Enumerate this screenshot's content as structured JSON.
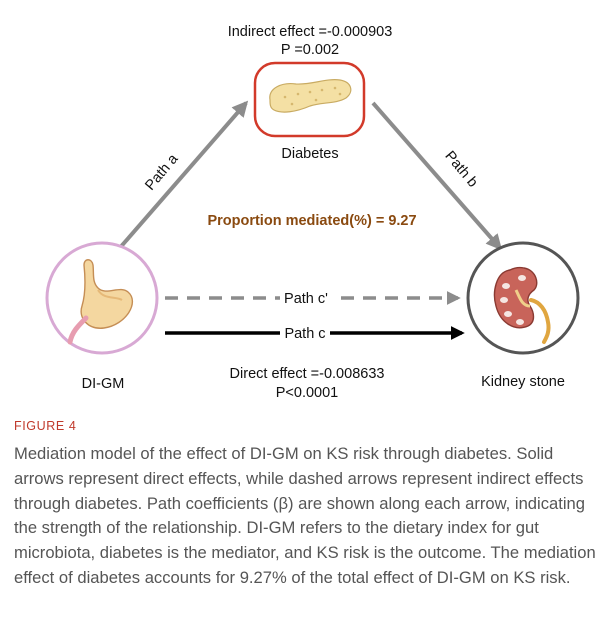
{
  "diagram": {
    "indirect_effect": "Indirect effect =-0.000903",
    "indirect_p": "P =0.002",
    "mediator_label": "Diabetes",
    "path_a": "Path a",
    "path_b": "Path b",
    "proportion": "Proportion mediated(%) = 9.27",
    "path_c_prime": "Path c'",
    "path_c": "Path c",
    "exposure_label": "DI-GM",
    "outcome_label": "Kidney stone",
    "direct_effect": "Direct effect =-0.008633",
    "direct_p": "P<0.0001",
    "colors": {
      "mediator_border": "#d23a2a",
      "exposure_border": "#d8a9d4",
      "outcome_border": "#555555",
      "arrow_gray": "#8c8c8c",
      "proportion_text": "#8a4a10"
    }
  },
  "figure_label": "FIGURE 4",
  "caption": "Mediation model of the effect of DI-GM on KS risk through diabetes. Solid arrows represent direct effects, while dashed arrows represent indirect effects through diabetes. Path coefficients (β) are shown along each arrow, indicating the strength of the relationship. DI-GM refers to the dietary index for gut microbiota, diabetes is the mediator, and KS risk is the outcome. The mediation effect of diabetes accounts for 9.27% of the total effect of DI-GM on KS risk."
}
